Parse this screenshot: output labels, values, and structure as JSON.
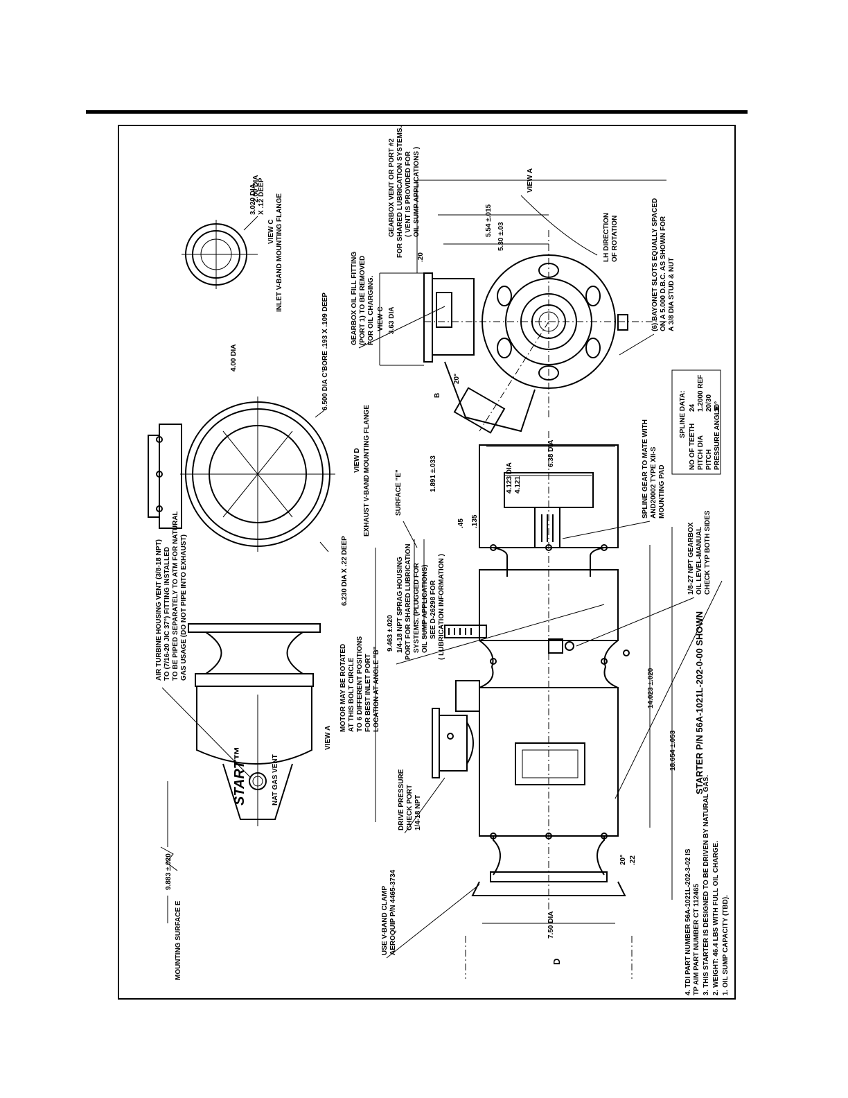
{
  "labels": {
    "view_c_title": "VIEW C",
    "view_c_caption": "INLET V-BAND MOUNTING FLANGE",
    "view_c_dia1": "3.020 DIA",
    "view_c_dia1b": "X .12 DEEP",
    "view_c_dia2": "2.00 DIA",
    "view_d_dia1": "4.00 DIA",
    "view_d_cbore": "6.500 DIA C'BORE .193 X .109 DEEP",
    "view_d_title": "VIEW D",
    "view_d_caption": "EXHAUST V-BAND MOUNTING FLANGE",
    "view_d_dia2": "6.230 DIA X .22 DEEP",
    "vent_note": [
      "AIR TURBINE HOUSING VENT (3/8-18 NPT)",
      "TO (7/16-20 JIC 37°) FITTING INSTALLED",
      "TO BE PIPED SEPARATELY TO ATM FOR NATURAL",
      "GAS USAGE (DO NOT PIPE INTO EXHAUST)"
    ],
    "brand": "START™",
    "nat_gas_vent": "NAT GAS VENT",
    "view_a_title": "VIEW A",
    "dim_9883": "9.883 ±.020",
    "mounting_surface": "MOUNTING SURFACE E",
    "motor_note": [
      "MOTOR MAY BE ROTATED",
      "AT THIS BOLT CIRCLE",
      "TO 6 DIFFERENT POSITIONS",
      "FOR BEST INLET PORT",
      "LOCATION AT ANGLE \"B\""
    ],
    "gearbox_fill_note": [
      "GEARBOX OIL FILL FITTING",
      "(PORT 1) TO BE REMOVED",
      "FOR OIL CHARGING."
    ],
    "gearbox_vent_note": [
      "GEARBOX VENT OR PORT #2",
      "FOR SHARED LUBRICATION SYSTEMS.",
      "( VENT IS PROVIDED FOR",
      "OIL SUMP APPLICATIONS )"
    ],
    "view_c_pointer": "VIEW C",
    "view_a_pointer": "VIEW A",
    "dim_363": "3.63 DIA",
    "dim_20": ".20",
    "dim_554": "5.54 ±.015",
    "dim_530": "5.30 ±.03",
    "lh_direction": [
      "LH DIRECTION",
      "OF ROTATION"
    ],
    "bayonet_note": [
      "(6) BAYONET SLOTS EQUALLY SPACED",
      "ON A 5.000 D.B.C. AS SHOWN FOR",
      "A 3/8 DIA STUD & NUT"
    ],
    "angle_20": "20°",
    "angle_b": "B",
    "spline_gear_note": [
      "SPLINE GEAR TO MATE WITH",
      "AND20002 TYPE XII-S",
      "MOUNTING PAD"
    ],
    "spline_data": {
      "title": "SPLINE DATA:",
      "rows": [
        [
          "NO OF TEETH",
          "24"
        ],
        [
          "PITCH DIA",
          "1.2000 REF"
        ],
        [
          "PITCH",
          "20/30"
        ],
        [
          "PRESSURE ANGLE",
          "30°"
        ]
      ]
    },
    "dim_638": "6.38 DIA",
    "dim_4123": "4.123 DIA",
    "dim_4121": "4.121",
    "surface_e": "SURFACE \"E\"",
    "dim_1891": "1.891 ±.033",
    "dim_45": ".45",
    "dim_135": ".135",
    "dim_9463": "9.463 ±.020",
    "sprag_note": [
      "1/4-18 NPT SPRAG HOUSING",
      "PORT FOR SHARED LUBRICATION",
      "SYSTEMS. (PLUGGED FOR",
      "OIL SUMP APPLICATIONS)",
      "SEE D-26298 FOR",
      "( LUBRICATION INFORMATION )"
    ],
    "oil_level_note": [
      "1/8-27 NPT GEARBOX",
      "OIL LEVEL-MANUAL",
      "CHECK TYP BOTH SIDES"
    ],
    "dim_14023": "14.023 ±.020",
    "dim_18654": "18.654 ±.053",
    "starter_pn": "STARTER P/N 56A-1021L-202-0-00 SHOWN",
    "drive_pressure_note": [
      "DRIVE PRESSURE",
      "CHECK PORT",
      "1/4-18 NPT"
    ],
    "vband_clamp_note": [
      "USE V-BAND CLAMP",
      "AEROQUIP P/N 4465-3734"
    ],
    "dim_750": "7.50 DIA",
    "angle_20b": "20°",
    "dim_22": ".22",
    "view_d_pointer": "D",
    "notes": [
      "4. TDI PART NUMBER 56A-1021L-202-3-02 IS",
      "TP AIM PART NUMBER CT 112465",
      "3. THIS STARTER IS DESIGNED TO BE DRIVEN BY NATURAL GAS.",
      "2. WEIGHT: 46.4 LBS WITH FULL OIL CHARGE.",
      "1. OIL SUMP CAPACITY (TBD)."
    ]
  }
}
